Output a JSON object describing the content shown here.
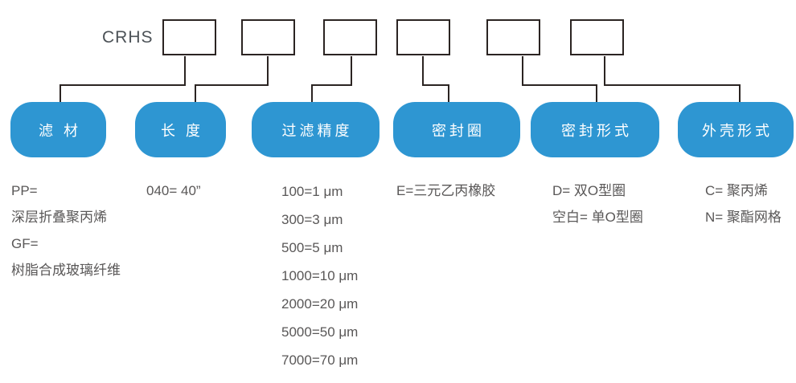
{
  "diagram": {
    "model_prefix": "CRHS",
    "colors": {
      "pill_blue": "#2E96D2",
      "line_dark": "#2B2422",
      "option_text": "#595757"
    },
    "fields": [
      {
        "label": "滤 材",
        "options": [
          "PP=",
          "深层折叠聚丙烯",
          "GF=",
          "树脂合成玻璃纤维"
        ]
      },
      {
        "label": "长 度",
        "options": [
          "040= 40”"
        ]
      },
      {
        "label": "过滤精度",
        "options": [
          "100=1 μm",
          "300=3 μm",
          "500=5 μm",
          "1000=10 μm",
          "2000=20 μm",
          "5000=50 μm",
          "7000=70 μm"
        ]
      },
      {
        "label": "密封圈",
        "options": [
          "E=三元乙丙橡胶"
        ]
      },
      {
        "label": "密封形式",
        "options": [
          "D= 双O型圈",
          "空白= 单O型圈"
        ]
      },
      {
        "label": "外壳形式",
        "options": [
          "C= 聚丙烯",
          "N= 聚酯网格"
        ]
      }
    ]
  }
}
